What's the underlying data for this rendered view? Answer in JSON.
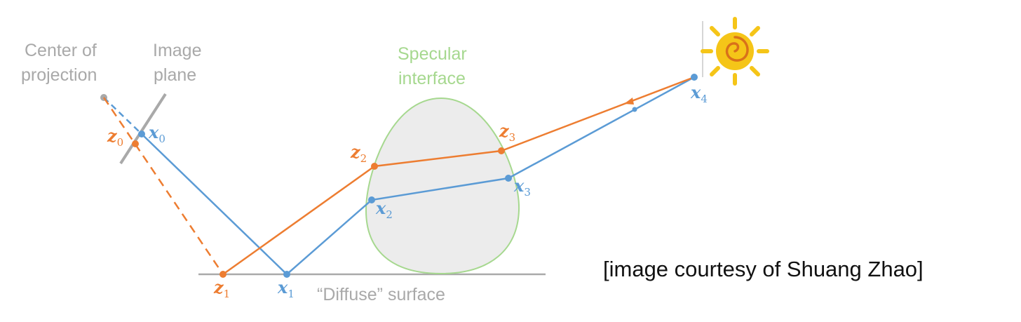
{
  "colors": {
    "blue": "#5b9bd5",
    "orange": "#ed7d31",
    "gray": "#a9a9a9",
    "green": "#a6d88f",
    "egg_fill": "#ececec",
    "sun": "#f5c518"
  },
  "labels": {
    "center_of_projection": [
      "Center of",
      "projection"
    ],
    "image_plane": [
      "Image",
      "plane"
    ],
    "specular_interface": [
      "Specular",
      "interface"
    ],
    "diffuse_surface": "“Diffuse” surface"
  },
  "points": {
    "x": [
      {
        "base": "x",
        "sub": "0"
      },
      {
        "base": "x",
        "sub": "1"
      },
      {
        "base": "x",
        "sub": "2"
      },
      {
        "base": "x",
        "sub": "3"
      },
      {
        "base": "x",
        "sub": "4"
      }
    ],
    "z": [
      {
        "base": "z",
        "sub": "0"
      },
      {
        "base": "z",
        "sub": "1"
      },
      {
        "base": "z",
        "sub": "2"
      },
      {
        "base": "z",
        "sub": "3"
      }
    ]
  },
  "icons": {
    "sun": "sun-icon"
  },
  "credit": "[image courtesy of Shuang Zhao]"
}
